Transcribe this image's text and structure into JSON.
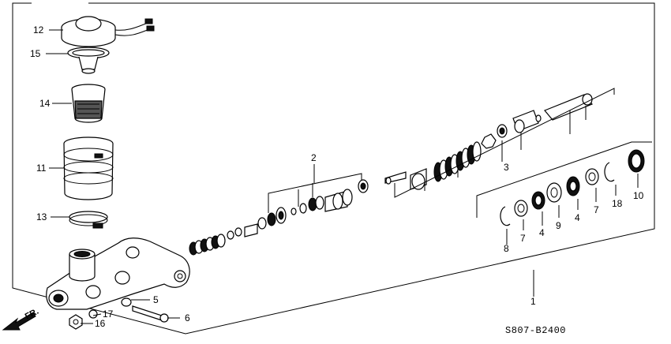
{
  "diagram": {
    "code": "S807-B2400",
    "direction": "FR.",
    "callouts": {
      "c1": "1",
      "c2": "2",
      "c3": "3",
      "c4a": "4",
      "c4b": "4",
      "c5": "5",
      "c6": "6",
      "c7a": "7",
      "c7b": "7",
      "c8": "8",
      "c9": "9",
      "c10": "10",
      "c11": "11",
      "c12": "12",
      "c13": "13",
      "c14": "14",
      "c15": "15",
      "c16": "16",
      "c17": "17",
      "c18": "18"
    }
  }
}
